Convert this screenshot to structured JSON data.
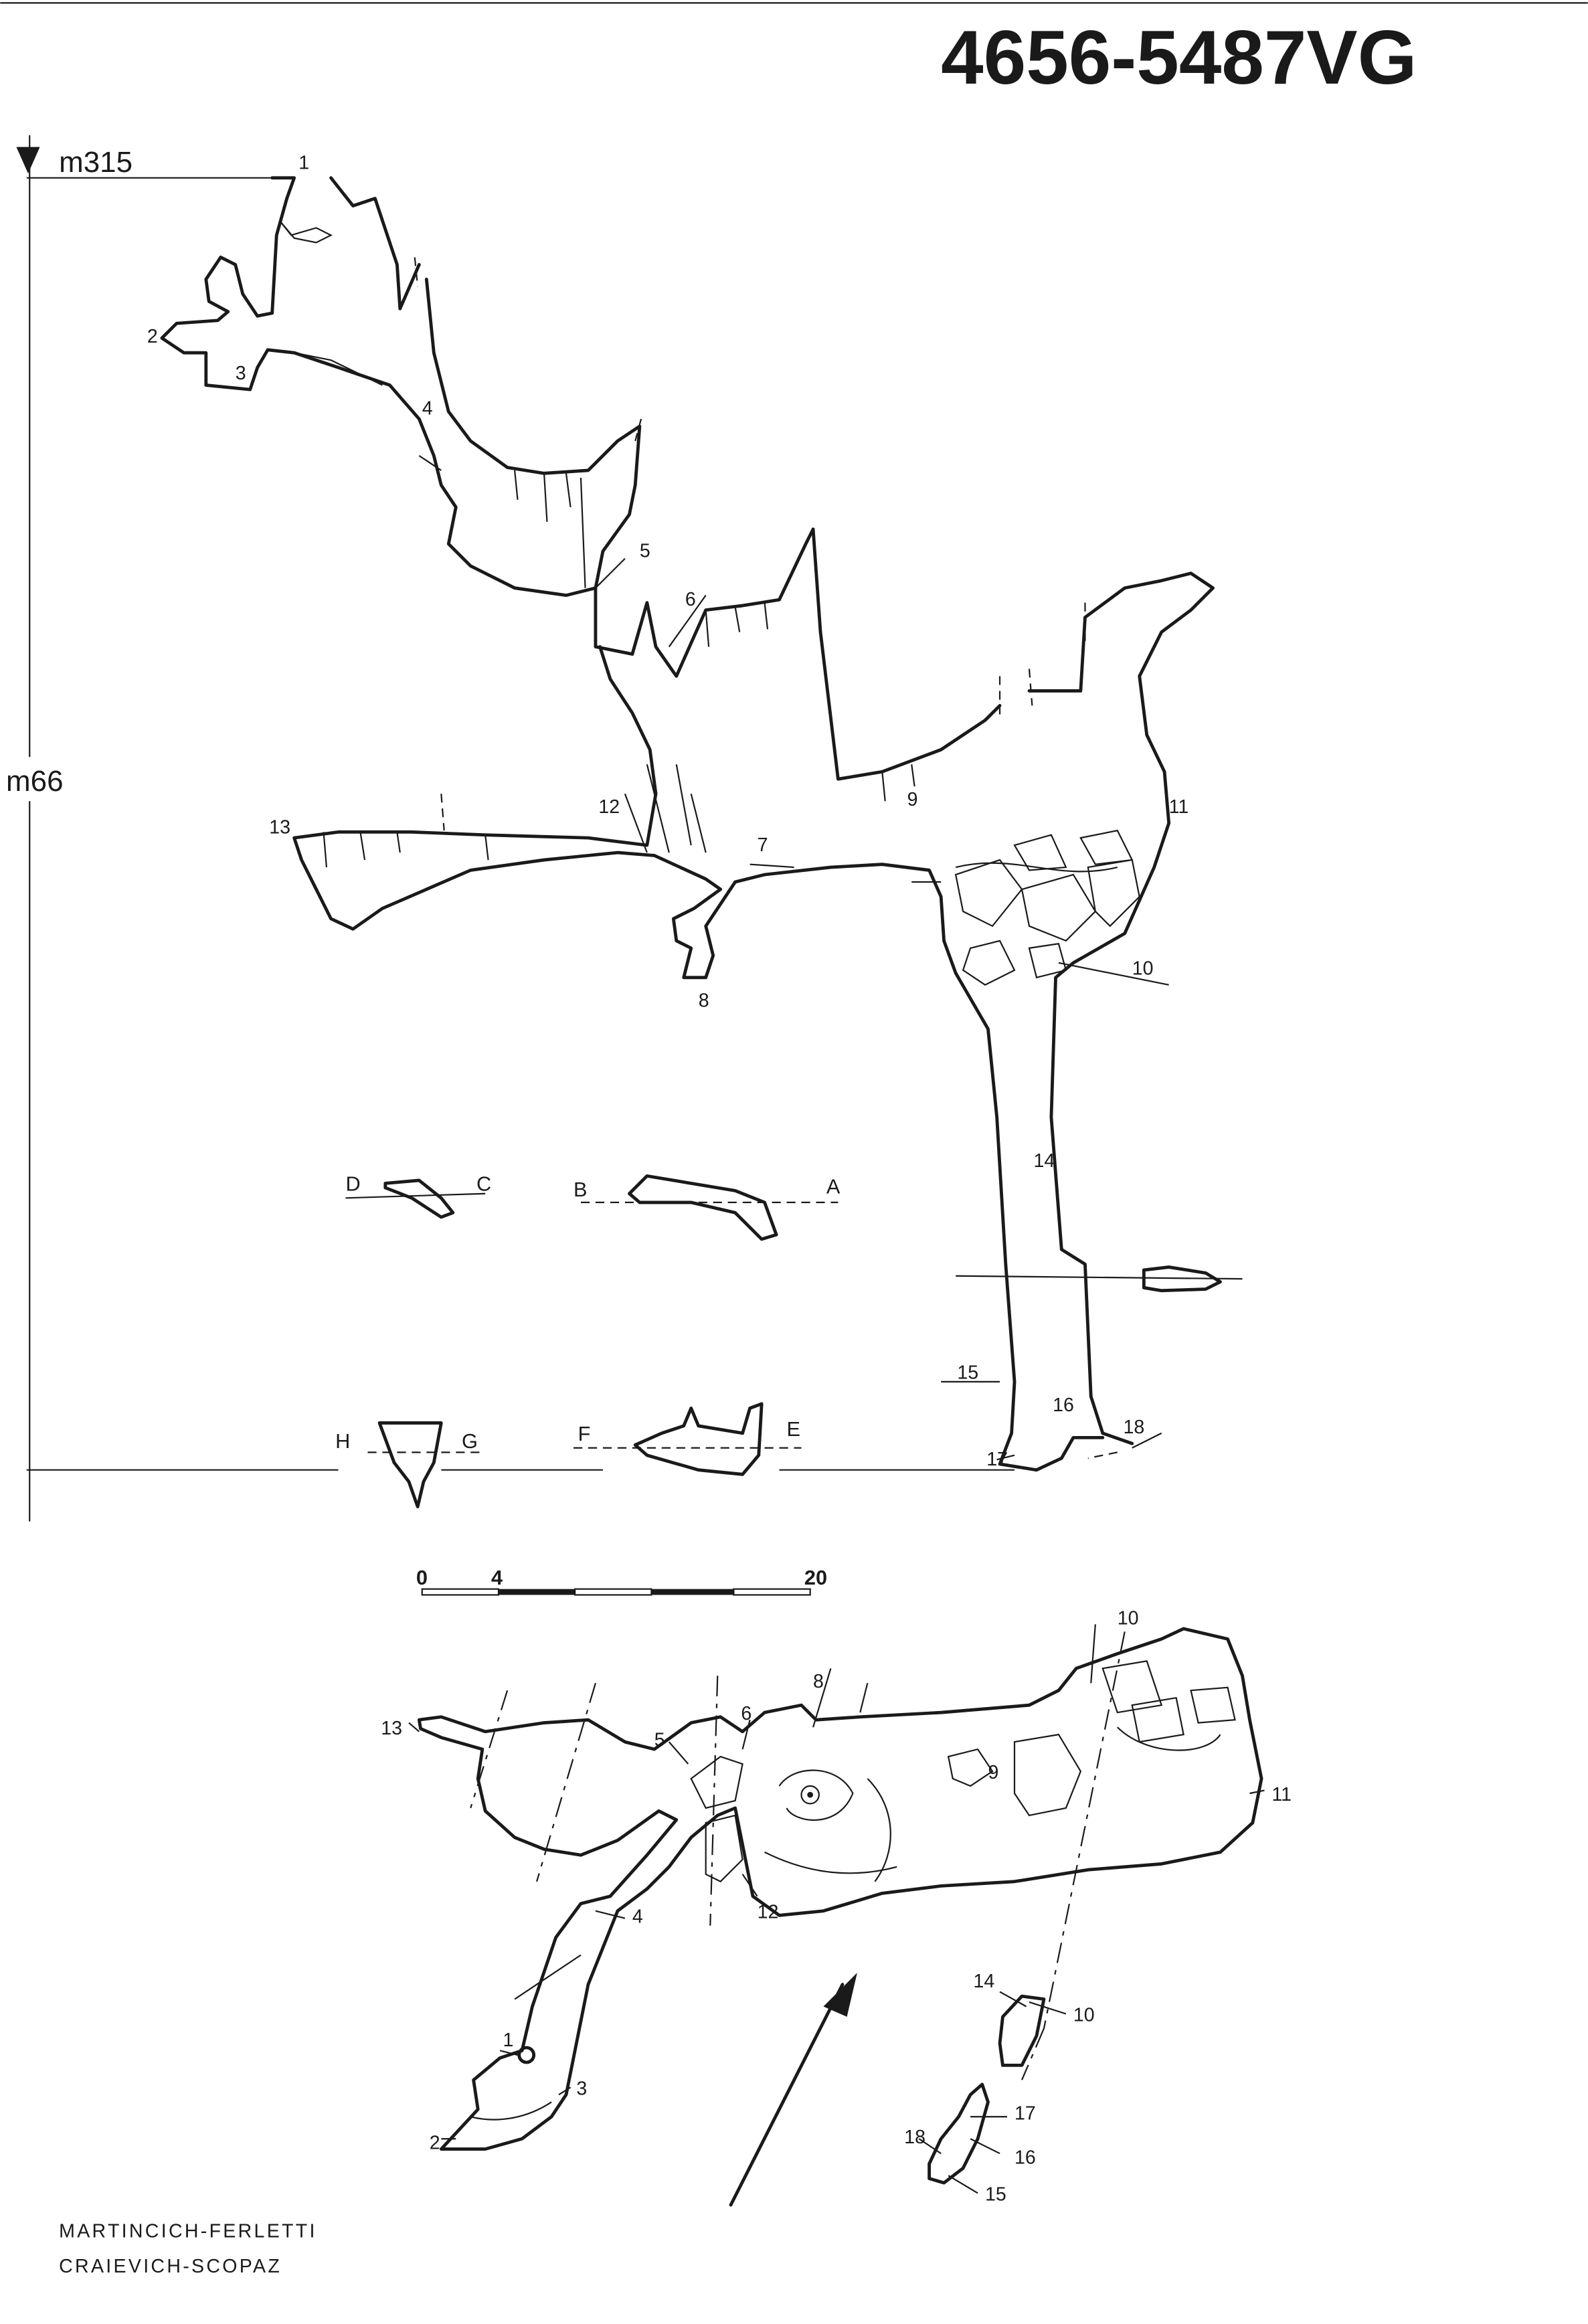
{
  "title": "4656-5487VG",
  "elevation": {
    "top_datum": "m315",
    "depth_label": "m66",
    "station_labels": [
      "1",
      "2",
      "3",
      "4",
      "5",
      "6",
      "7",
      "8",
      "9",
      "10",
      "11",
      "12",
      "13",
      "14",
      "15",
      "16",
      "17",
      "18"
    ],
    "sections": [
      {
        "left": "D",
        "right": "C"
      },
      {
        "left": "B",
        "right": "A"
      },
      {
        "left": "H",
        "right": "G"
      },
      {
        "left": "F",
        "right": "E"
      }
    ]
  },
  "scale_bar": {
    "labels": [
      "0",
      "4",
      "20"
    ],
    "segments": [
      [
        0,
        4,
        "white"
      ],
      [
        4,
        8,
        "black"
      ],
      [
        8,
        12,
        "white"
      ],
      [
        12,
        16,
        "black"
      ],
      [
        16,
        20,
        "white"
      ]
    ]
  },
  "plan": {
    "station_labels": [
      "13",
      "5",
      "6",
      "8",
      "10",
      "9",
      "11",
      "12",
      "4",
      "1",
      "2",
      "3",
      "14",
      "10",
      "17",
      "16",
      "18",
      "15"
    ]
  },
  "authors": [
    "MARTINCICH-FERLETTI",
    "CRAIEVICH-SCOPAZ"
  ]
}
